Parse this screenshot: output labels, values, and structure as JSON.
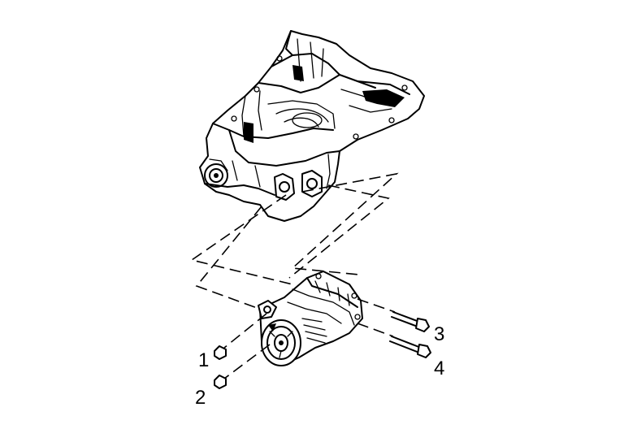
{
  "diagram": {
    "components": [
      {
        "name": "oil-pan",
        "icon": "oil-pan-icon"
      },
      {
        "name": "ac-compressor",
        "icon": "compressor-icon"
      }
    ],
    "callouts": [
      {
        "id": "1",
        "label": "1"
      },
      {
        "id": "2",
        "label": "2"
      },
      {
        "id": "3",
        "label": "3"
      },
      {
        "id": "4",
        "label": "4"
      }
    ]
  }
}
